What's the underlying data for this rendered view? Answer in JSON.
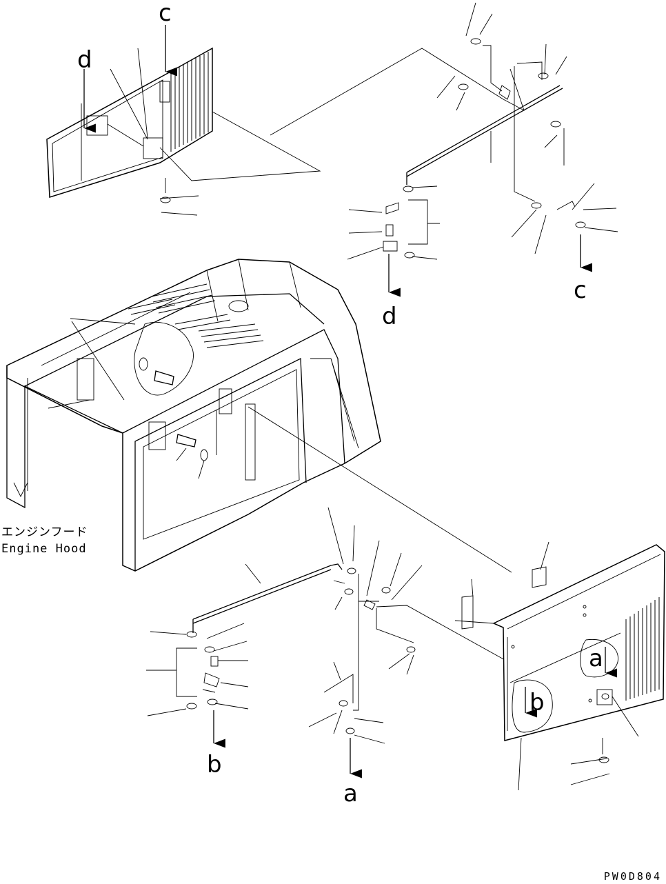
{
  "caption": {
    "japanese": "エンジンフード",
    "english": "Engine Hood"
  },
  "callouts": {
    "a": "a",
    "b": "b",
    "c": "c",
    "d": "d"
  },
  "drawing_code": "PW0D804"
}
